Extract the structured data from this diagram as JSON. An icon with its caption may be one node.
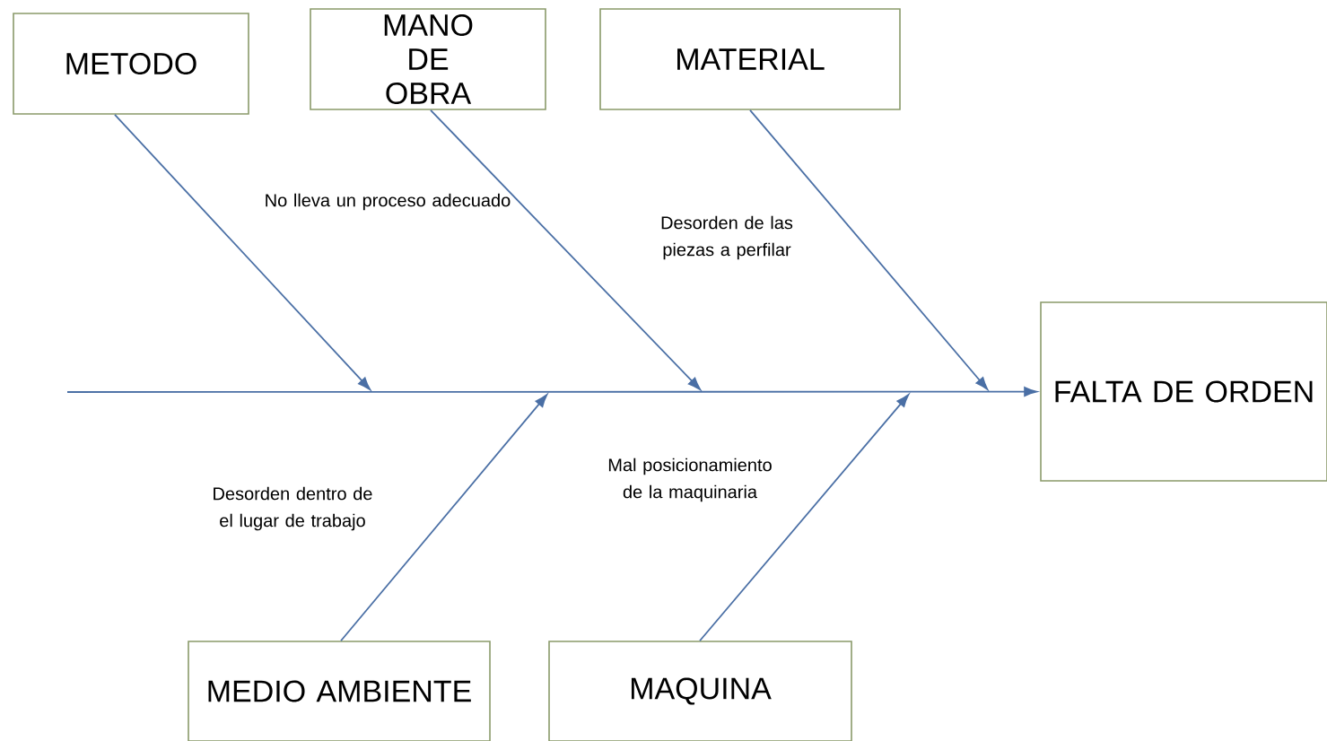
{
  "diagram": {
    "nodes": [
      {
        "text": [
          "METODO"
        ]
      },
      {
        "text": [
          "MANO DE OBRA"
        ]
      },
      {
        "text": [
          "MATERIAL"
        ]
      },
      {
        "text": [
          "FALTA DE ORDEN"
        ]
      },
      {
        "text": [
          "MEDIO AMBIENTE"
        ]
      },
      {
        "text": [
          "MAQUINA"
        ]
      }
    ],
    "edges": [
      {
        "from": null,
        "to": 3,
        "arrow": "to"
      },
      {
        "from": 0,
        "to": null,
        "arrow": "to"
      },
      {
        "from": 1,
        "to": null,
        "arrow": "to"
      },
      {
        "from": 2,
        "to": null,
        "arrow": "to"
      },
      {
        "from": 4,
        "to": null,
        "arrow": "to"
      },
      {
        "from": 5,
        "to": null,
        "arrow": "to"
      }
    ],
    "labels": [
      "No lleva un proceso adecuado",
      "Desorden de las piezas a perfilar",
      "Desorden dentro de el lugar de trabajo",
      "Mal posicionamiento de la maquinaria"
    ]
  }
}
